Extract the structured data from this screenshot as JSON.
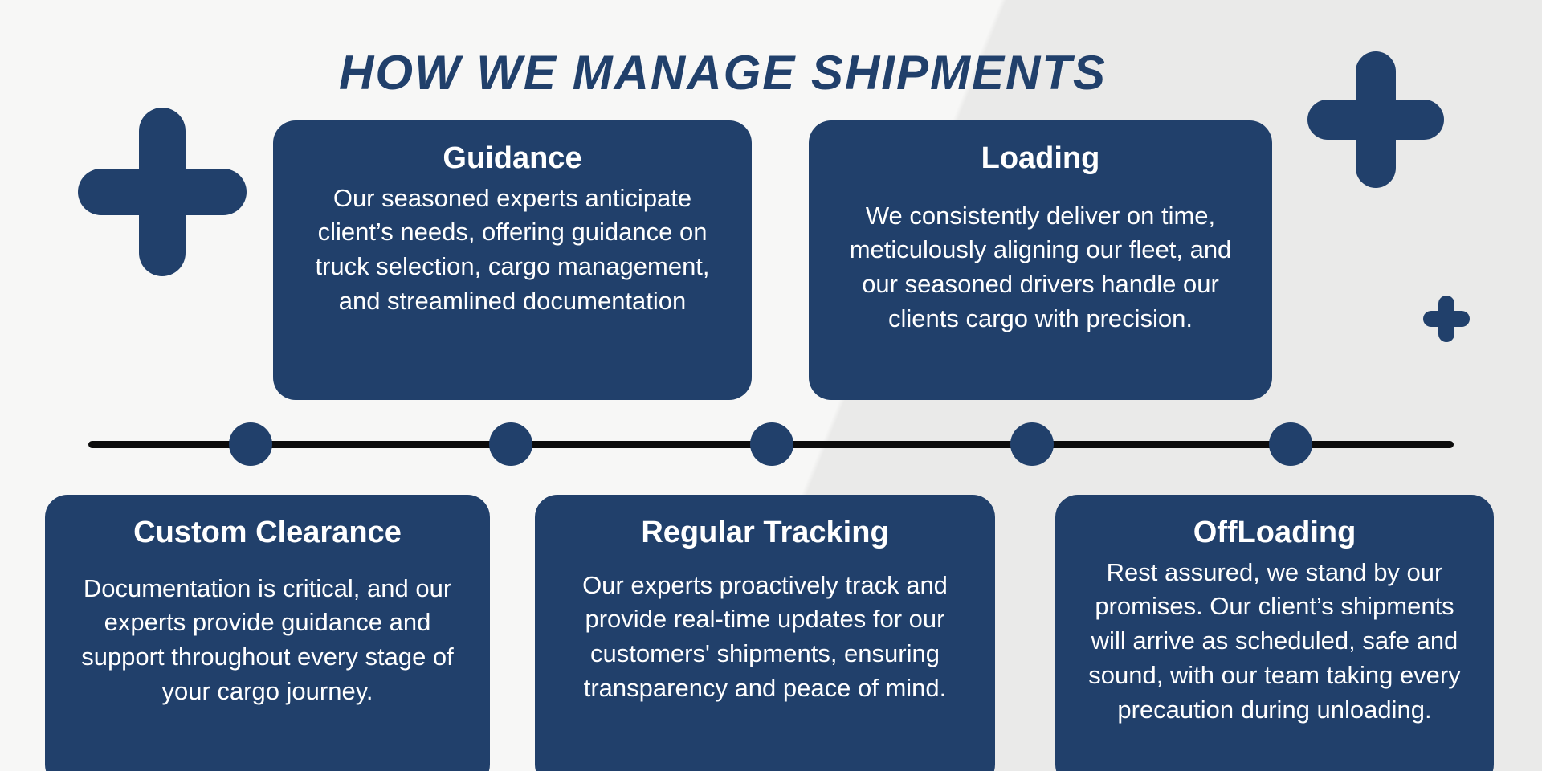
{
  "title": "HOW WE MANAGE SHIPMENTS",
  "colors": {
    "navy": "#21406b",
    "background_light": "#f7f7f6",
    "background_dark": "#eaeae9",
    "timeline": "#0c0c0c",
    "card_text": "#ffffff"
  },
  "decorations": {
    "plus_icons": [
      "plus-left-large",
      "plus-right-large",
      "plus-right-small"
    ]
  },
  "timeline": {
    "dot_count": 5
  },
  "cards": {
    "top": [
      {
        "title": "Guidance",
        "body": "Our seasoned experts anticipate client’s needs, offering guidance on truck selection, cargo management, and streamlined documentation"
      },
      {
        "title": "Loading",
        "body": "We consistently deliver on time, meticulously aligning our fleet, and our seasoned drivers handle our clients cargo with precision."
      }
    ],
    "bottom": [
      {
        "title": "Custom Clearance",
        "body": "Documentation is critical, and our experts provide guidance and support throughout every stage of your cargo journey."
      },
      {
        "title": "Regular Tracking",
        "body": "Our experts proactively track and provide real-time updates for our customers' shipments, ensuring transparency and peace of mind."
      },
      {
        "title": "OffLoading",
        "body": "Rest assured, we stand by our promises. Our client’s shipments will arrive as scheduled, safe and sound, with our team taking every precaution during unloading."
      }
    ]
  }
}
